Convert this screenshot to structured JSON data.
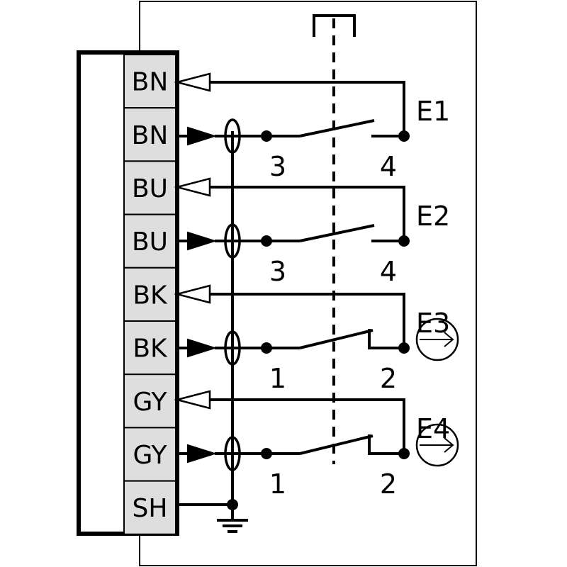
{
  "terminals": [
    {
      "label": "BN",
      "kind": "input"
    },
    {
      "label": "BN",
      "kind": "output"
    },
    {
      "label": "BU",
      "kind": "input"
    },
    {
      "label": "BU",
      "kind": "output"
    },
    {
      "label": "BK",
      "kind": "input"
    },
    {
      "label": "BK",
      "kind": "output"
    },
    {
      "label": "GY",
      "kind": "input"
    },
    {
      "label": "GY",
      "kind": "output"
    },
    {
      "label": "SH",
      "kind": "shield"
    }
  ],
  "contacts": [
    {
      "name": "E1",
      "left_pin": "3",
      "right_pin": "4",
      "type": "normally-open",
      "icon": null
    },
    {
      "name": "E2",
      "left_pin": "3",
      "right_pin": "4",
      "type": "normally-open",
      "icon": null
    },
    {
      "name": "E3",
      "left_pin": "1",
      "right_pin": "2",
      "type": "positive-opening",
      "icon": "circle-arrow-icon"
    },
    {
      "name": "E4",
      "left_pin": "1",
      "right_pin": "2",
      "type": "positive-opening",
      "icon": "circle-arrow-icon"
    }
  ]
}
